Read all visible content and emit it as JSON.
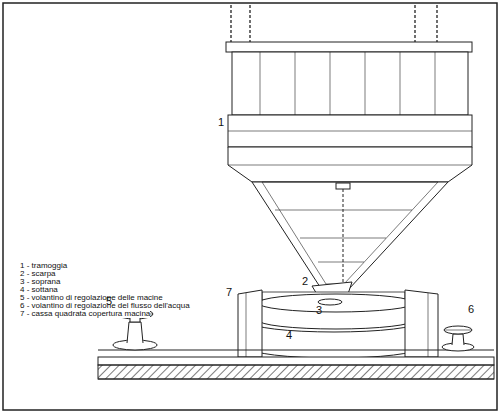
{
  "diagram": {
    "nodes": [
      {
        "text": [
          "3"
        ]
      },
      {
        "text": [
          "4"
        ]
      }
    ],
    "labels": [
      "1 - tramoggia",
      "2 - scarpa",
      "3 - soprana",
      "4 - sottana",
      "5 - volantino di regolazione delle macine",
      "6 - volantino di regolazione del flusso dell'acqua",
      "7 - cassa quadrata copertura macina",
      "1",
      "2",
      "5",
      "6",
      "7"
    ]
  }
}
